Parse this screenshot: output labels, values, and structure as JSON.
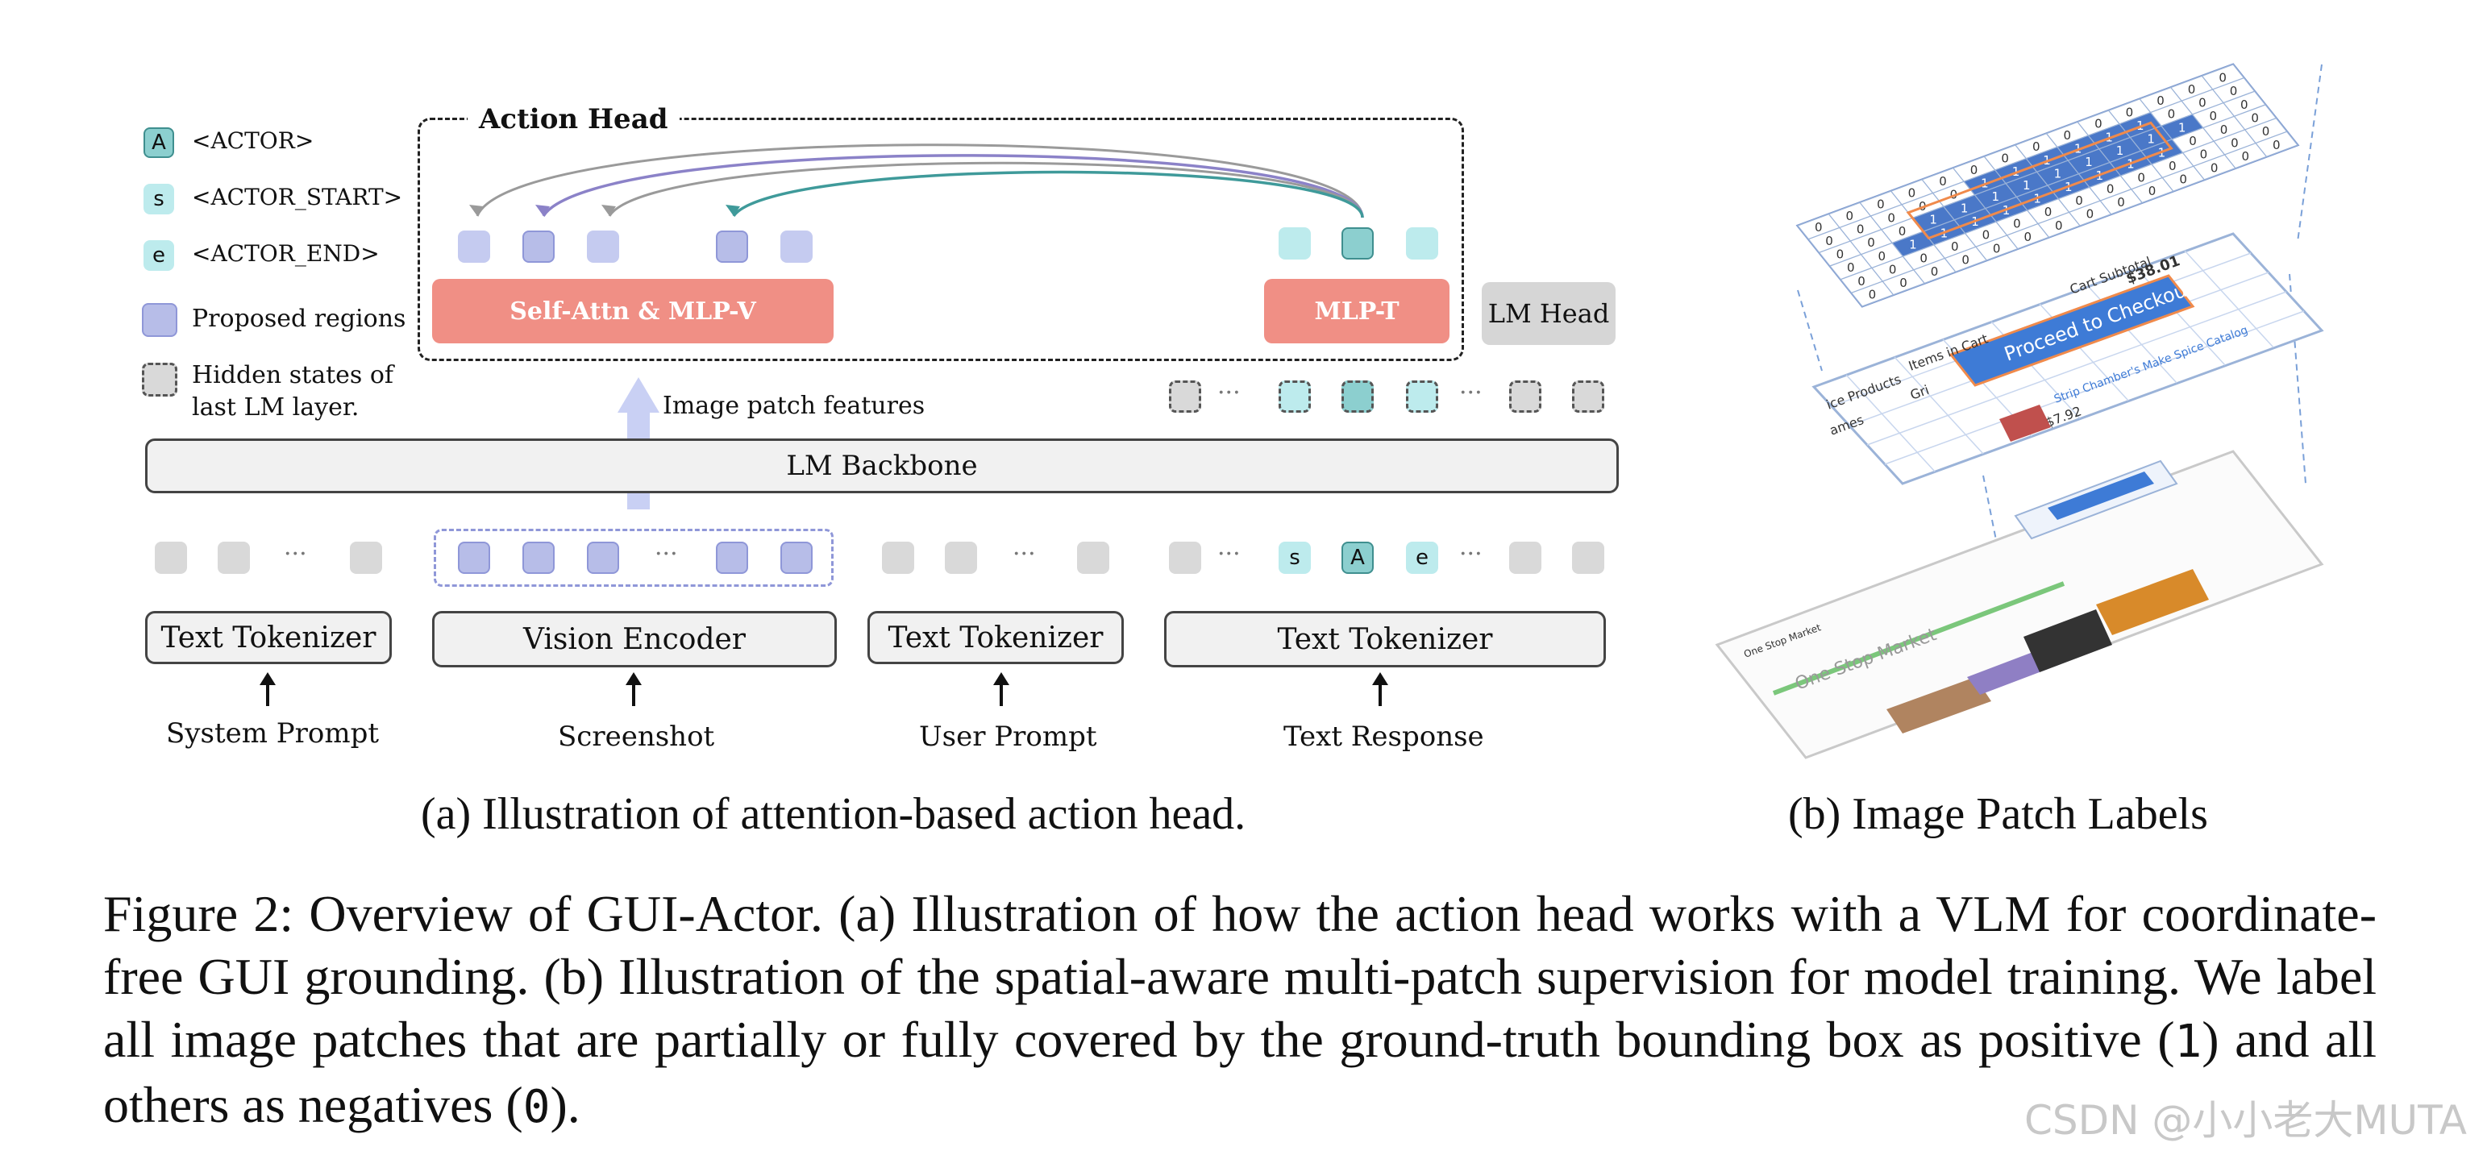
{
  "legend": {
    "actor_letter": "A",
    "actor_label": "<ACTOR>",
    "start_letter": "s",
    "start_label": "<ACTOR_START>",
    "end_letter": "e",
    "end_label": "<ACTOR_END>",
    "proposed_label": "Proposed regions",
    "hidden_label_line1": "Hidden states of",
    "hidden_label_line2": "last LM layer."
  },
  "action_head": {
    "title": "Action Head",
    "self_attn": "Self-Attn & MLP-V",
    "mlp_t": "MLP-T"
  },
  "lm_head": "LM Head",
  "image_patch_features": "Image patch features",
  "lm_backbone": "LM Backbone",
  "ellipsis": "···",
  "token_letters": {
    "s": "s",
    "A": "A",
    "e": "e"
  },
  "encoders": {
    "text_tokenizer_1": "Text Tokenizer",
    "vision_encoder": "Vision Encoder",
    "text_tokenizer_2": "Text Tokenizer",
    "text_tokenizer_3": "Text Tokenizer"
  },
  "inputs": {
    "system_prompt": "System Prompt",
    "screenshot": "Screenshot",
    "user_prompt": "User Prompt",
    "text_response": "Text Response"
  },
  "subcaptions": {
    "a": "(a) Illustration of attention-based action head.",
    "b": "(b) Image Patch Labels"
  },
  "patch_labels": {
    "grid_rows": [
      [
        0,
        0,
        0,
        0,
        0,
        0,
        0,
        0,
        0,
        0,
        0,
        0,
        0,
        0
      ],
      [
        0,
        0,
        0,
        0,
        0,
        1,
        1,
        1,
        1,
        1,
        1,
        0,
        0,
        0
      ],
      [
        0,
        0,
        0,
        1,
        1,
        1,
        1,
        1,
        1,
        1,
        1,
        1,
        0,
        0
      ],
      [
        0,
        0,
        1,
        1,
        1,
        1,
        1,
        1,
        1,
        1,
        1,
        0,
        0,
        0
      ],
      [
        0,
        0,
        0,
        0,
        0,
        0,
        0,
        0,
        0,
        0,
        0,
        0,
        0,
        0
      ],
      [
        0,
        0,
        0,
        0,
        0,
        0,
        0,
        0,
        0,
        0,
        0,
        0,
        0,
        0
      ]
    ],
    "screen_text": {
      "button": "Proceed to Checkout",
      "cart_subtotal": "Cart Subtotal",
      "price": "$38.01",
      "items_in_cart": "Items in Cart",
      "products": "ice Products",
      "sub_item": "Gri",
      "line3": "ames",
      "product_link": "Strip Chamber's Make Spice Catalog",
      "product_price": "$7.92",
      "store": "One Stop Market",
      "brand": "One Stop Market"
    },
    "colors": {
      "positive": "#4a78c8",
      "highlight_border": "#f08a4b",
      "grid": "#9bb3d8"
    }
  },
  "figure_caption": {
    "part1": "Figure 2: Overview of GUI-Actor. (a) Illustration of how the action head works with a VLM for coordinate-free GUI grounding. (b) Illustration of the spatial-aware multi-patch supervision for model training. We label all image patches that are partially or fully covered by the ground-truth bounding box as positive (",
    "positive_value": "1",
    "part2": ") and all others as negatives (",
    "negative_value": "0",
    "part3": ")."
  },
  "watermark": "CSDN @小小老大MUTA"
}
